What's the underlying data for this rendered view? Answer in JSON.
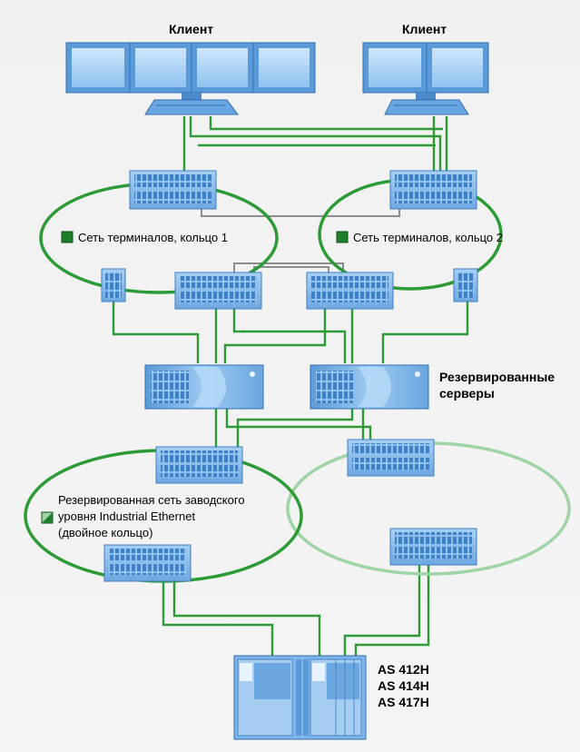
{
  "labels": {
    "client_left": "Клиент",
    "client_right": "Клиент",
    "ring1": "Сеть терминалов, кольцо 1",
    "ring2": "Сеть терминалов, кольцо 2",
    "servers_line1": "Резервированные",
    "servers_line2": "серверы",
    "plant_line1": "Резервированная сеть заводского",
    "plant_line2": "уровня Industrial Ethernet",
    "plant_line3": "(двойное кольцо)",
    "as_1": "AS 412H",
    "as_2": "AS 414H",
    "as_3": "AS 417H"
  },
  "colors": {
    "network_green": "#2c9a35",
    "ring_light_green": "#9fd4a4",
    "device_blue": "#7fb6ea",
    "device_dark_blue": "#3d7fc4",
    "screen_blue": "#a9d2f5",
    "link_gray": "#8c8c8c"
  },
  "icons": {
    "workstation": "monitor-array-icon",
    "switch": "network-switch-icon",
    "server": "server-icon",
    "automation_system": "plc-rack-icon",
    "legend": "network-legend-icon"
  }
}
